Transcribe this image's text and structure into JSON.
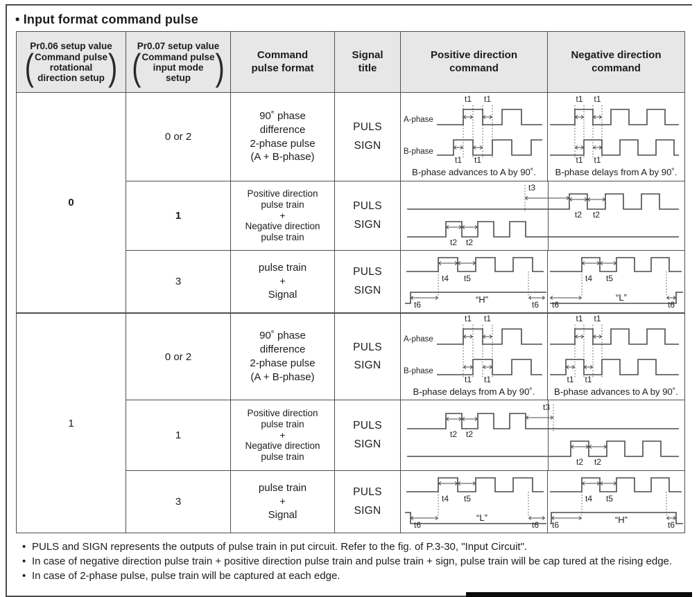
{
  "title_bullet": "•",
  "title": "Input format command pulse",
  "header": {
    "col1_title": "Pr0.06 setup value",
    "col1_paren": "Command pulse\nrotational\ndirection setup",
    "col2_title": "Pr0.07 setup value",
    "col2_paren": "Command pulse\ninput mode\nsetup",
    "col3": "Command\npulse format",
    "col4": "Signal\ntitle",
    "col5": "Positive direction\ncommand",
    "col6": "Negative direction\ncommand",
    "paren_open": "(",
    "paren_close": ")"
  },
  "formats": {
    "quad": "90˚ phase\ndifference\n2-phase pulse\n(A + B-phase)",
    "dir": "Positive direction\npulse train\n+\nNegative direction\npulse train",
    "sig": "pulse train\n+\nSignal"
  },
  "signal_title": "PULS\nSIGN",
  "groups": [
    {
      "pr006": "0",
      "pr007_quad": "0 or 2",
      "pr007_dir": "1",
      "pr007_sig": "3",
      "quad_pos_caption": "B-phase advances to A by 90˚.",
      "quad_neg_caption": "B-phase delays from A by 90˚.",
      "sig_pos": "“H”",
      "sig_neg": "“L”"
    },
    {
      "pr006": "1",
      "pr007_quad": "0 or 2",
      "pr007_dir": "1",
      "pr007_sig": "3",
      "quad_pos_caption": "B-phase delays from A by 90˚.",
      "quad_neg_caption": "B-phase advances to A by 90˚.",
      "sig_pos": "“L”",
      "sig_neg": "“H”"
    }
  ],
  "wave_labels": {
    "t1": "t1",
    "t2": "t2",
    "t3": "t3",
    "t4": "t4",
    "t5": "t5",
    "t6": "t6",
    "a_phase": "A-phase",
    "b_phase": "B-phase"
  },
  "waveforms": {
    "g0_quad_pos": {
      "type": "quad",
      "lead": "B",
      "labels": true
    },
    "g0_quad_neg": {
      "type": "quad",
      "lead": "A",
      "labels": false
    },
    "g0_dir": {
      "type": "dir",
      "active": "neg"
    },
    "g0_sig_pos": {
      "type": "sig",
      "side": "pos",
      "level": "H",
      "label_path": "groups.0.sig_pos"
    },
    "g0_sig_neg": {
      "type": "sig",
      "side": "neg",
      "level": "L",
      "label_path": "groups.0.sig_neg"
    },
    "g1_quad_pos": {
      "type": "quad",
      "lead": "A",
      "labels": true
    },
    "g1_quad_neg": {
      "type": "quad",
      "lead": "B",
      "labels": false
    },
    "g1_dir": {
      "type": "dir",
      "active": "pos"
    },
    "g1_sig_pos": {
      "type": "sig",
      "side": "pos",
      "level": "L",
      "label_path": "groups.1.sig_pos"
    },
    "g1_sig_neg": {
      "type": "sig",
      "side": "neg",
      "level": "H",
      "label_path": "groups.1.sig_neg"
    }
  },
  "footnote_bullet": "•",
  "footnotes": [
    "PULS and SIGN represents the outputs of pulse train in put circuit. Refer to the fig. of P.3-30, \"Input Circuit\".",
    "In case of negative direction pulse train + positive direction pulse train and pulse train + sign, pulse train will be cap tured at the rising edge.",
    "In case of 2-phase pulse, pulse train will be captured  at each edge."
  ]
}
